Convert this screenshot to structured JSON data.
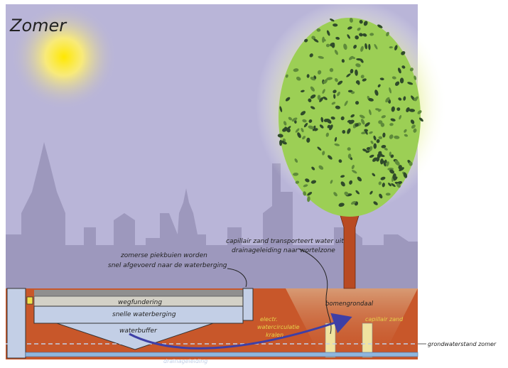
{
  "title": "Zomer",
  "labels": {
    "summer_peaks": [
      "zomerse piekbuien worden",
      "snel afgevoerd naar de waterberging"
    ],
    "capillary_sand": [
      "capillair zand transporteert water uit",
      "drainageleiding naar wortelzone"
    ],
    "road_surface": "wegfundering",
    "quick_storage": "snelle waterberging",
    "water_buffer": "waterbuffer",
    "electric_circulation": [
      "electr.",
      "watercirculatie",
      "kralen"
    ],
    "tree_soil": "bomengrondaal",
    "capillary_column": "capillair zand",
    "groundwater": "grondwaterstand zomer",
    "drainage_pipe": "drainageleiding"
  },
  "colors": {
    "sky": "#b9b5d8",
    "sun": "#ffe800",
    "skyline": "#9d98bd",
    "soil": "#c8572a",
    "storage": "#c3cfe6",
    "foliage": "#9ccf55",
    "arrow": "#3e3fa6",
    "trunk": "#b94a22"
  }
}
